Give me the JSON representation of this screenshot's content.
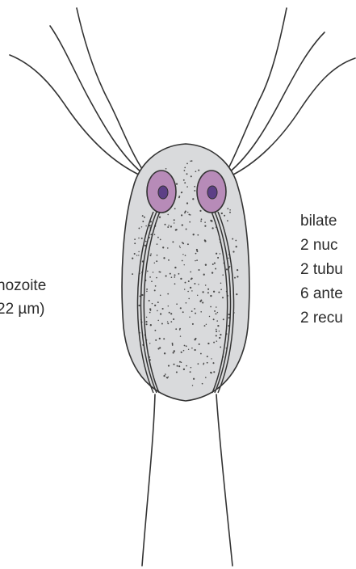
{
  "labels_left": {
    "line1": "hozoite",
    "line2": "22 µm)"
  },
  "labels_right": [
    "bilate",
    "2 nuc",
    "2 tubu",
    "6 ante",
    "2 recu"
  ],
  "colors": {
    "body_fill": "#d9dadc",
    "outline": "#333333",
    "nucleus_fill": "#b78bb8",
    "nucleolus_fill": "#5d3f86",
    "dot": "#4a4a4a"
  }
}
